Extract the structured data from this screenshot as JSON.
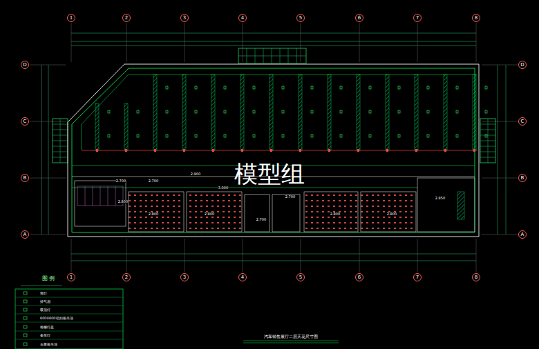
{
  "diagram": {
    "title": "汽车销售展厅二层天花尺寸图",
    "nodes": [
      {
        "text": [
          "1"
        ]
      },
      {
        "text": [
          "2"
        ]
      },
      {
        "text": [
          "3"
        ]
      },
      {
        "text": [
          "4"
        ]
      },
      {
        "text": [
          "5"
        ]
      },
      {
        "text": [
          "6"
        ]
      },
      {
        "text": [
          "7"
        ]
      },
      {
        "text": [
          "8"
        ]
      },
      {
        "text": [
          "D"
        ]
      },
      {
        "text": [
          "D"
        ]
      },
      {
        "text": [
          "C"
        ]
      },
      {
        "text": [
          "C"
        ]
      },
      {
        "text": [
          "B"
        ]
      },
      {
        "text": [
          "B"
        ]
      },
      {
        "text": [
          "A"
        ]
      },
      {
        "text": [
          "A"
        ]
      },
      {
        "text": [
          "1"
        ]
      },
      {
        "text": [
          "2"
        ]
      },
      {
        "text": [
          "3"
        ]
      },
      {
        "text": [
          "4"
        ]
      },
      {
        "text": [
          "5"
        ]
      },
      {
        "text": [
          "6"
        ]
      },
      {
        "text": [
          "7"
        ]
      },
      {
        "text": [
          "8"
        ]
      }
    ],
    "labels": [
      "模型组",
      "图 例",
      "2.700",
      "2.700",
      "2.800",
      "2.800",
      "3.000",
      "2.700",
      "2.800",
      "2.800",
      "2.850",
      "2.700",
      "2.800",
      "2.900"
    ],
    "legend": [
      {
        "text": "筒灯"
      },
      {
        "text": "排气扇"
      },
      {
        "text": "吸顶灯"
      },
      {
        "text": "600X600铝扣板吊顶"
      },
      {
        "text": "格栅灯盘"
      },
      {
        "text": "条形灯"
      },
      {
        "text": "石膏板吊顶"
      }
    ]
  }
}
